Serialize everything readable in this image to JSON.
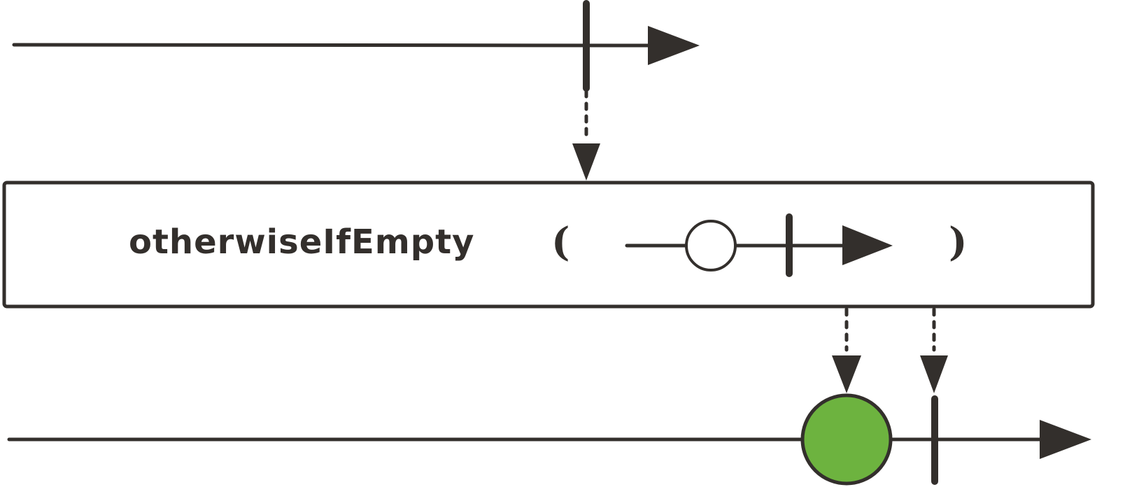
{
  "operator": {
    "name": "otherwiseIfEmpty",
    "open_paren": "(",
    "close_paren": ")"
  },
  "colors": {
    "ink": "#332f2c",
    "emitted_item": "#6db33f",
    "background": "#ffffff"
  },
  "timelines": {
    "source": {
      "events": [
        "completion"
      ]
    },
    "fallback": {
      "events": [
        "item",
        "completion"
      ]
    },
    "result": {
      "events": [
        "item",
        "completion"
      ]
    }
  }
}
